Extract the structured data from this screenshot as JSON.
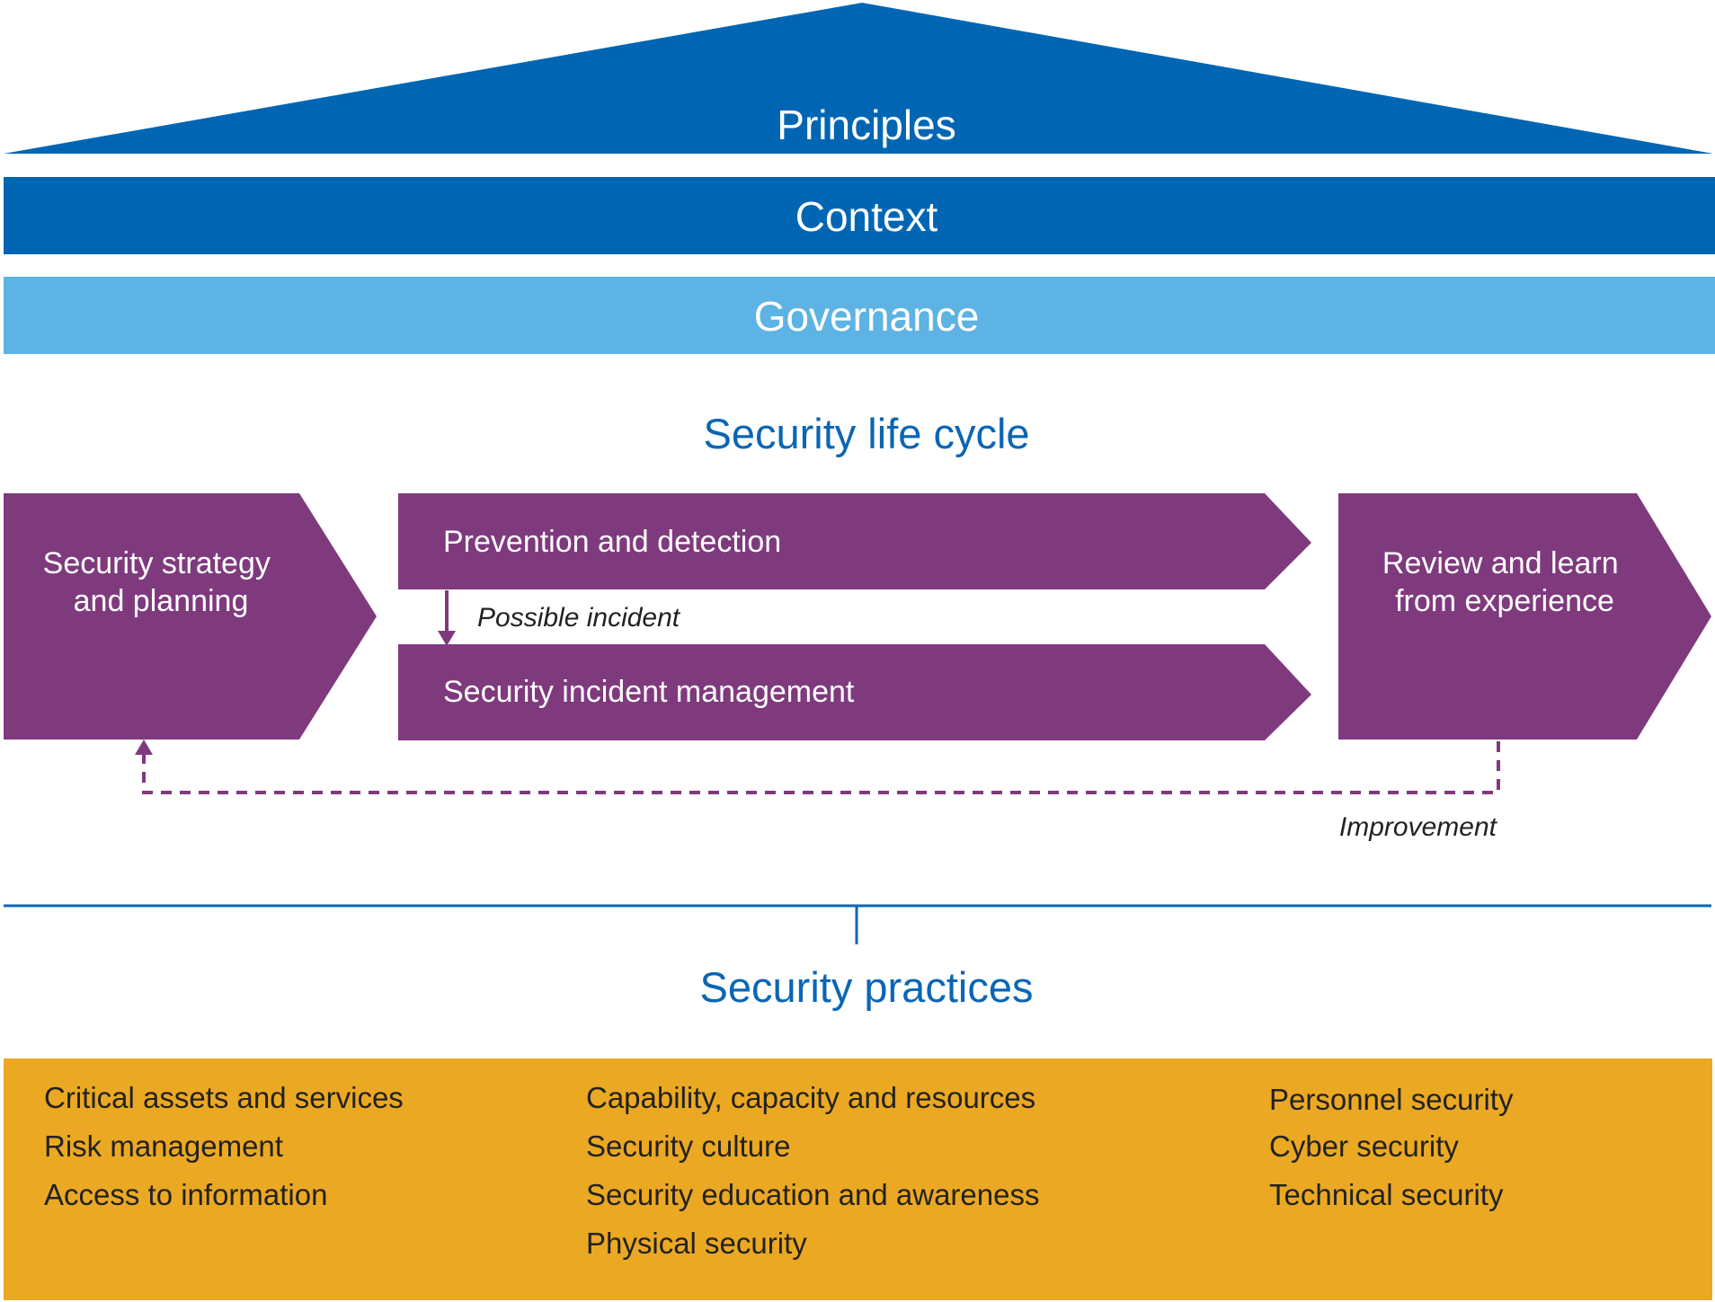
{
  "layers": {
    "principles": "Principles",
    "context": "Context",
    "governance": "Governance"
  },
  "lifecycle": {
    "title": "Security life cycle",
    "strategy": [
      "Security strategy",
      "and planning"
    ],
    "prevention": "Prevention and detection",
    "possible_incident": "Possible incident",
    "incident_management": "Security incident management",
    "review": [
      "Review and learn",
      "from experience"
    ],
    "improvement": "Improvement"
  },
  "practices": {
    "title": "Security practices",
    "column1": [
      "Critical assets and services",
      "Risk management",
      "Access to information"
    ],
    "column2": [
      "Capability, capacity and resources",
      "Security culture",
      "Security education and awareness",
      "Physical security"
    ],
    "column3": [
      "Personnel security",
      "Cyber security",
      "Technical security"
    ]
  },
  "colors": {
    "dark_blue": "#0066b3",
    "light_blue": "#5db3e3",
    "purple": "#7f3a7e",
    "gold": "#eba823",
    "title_blue": "#0a66b5"
  }
}
